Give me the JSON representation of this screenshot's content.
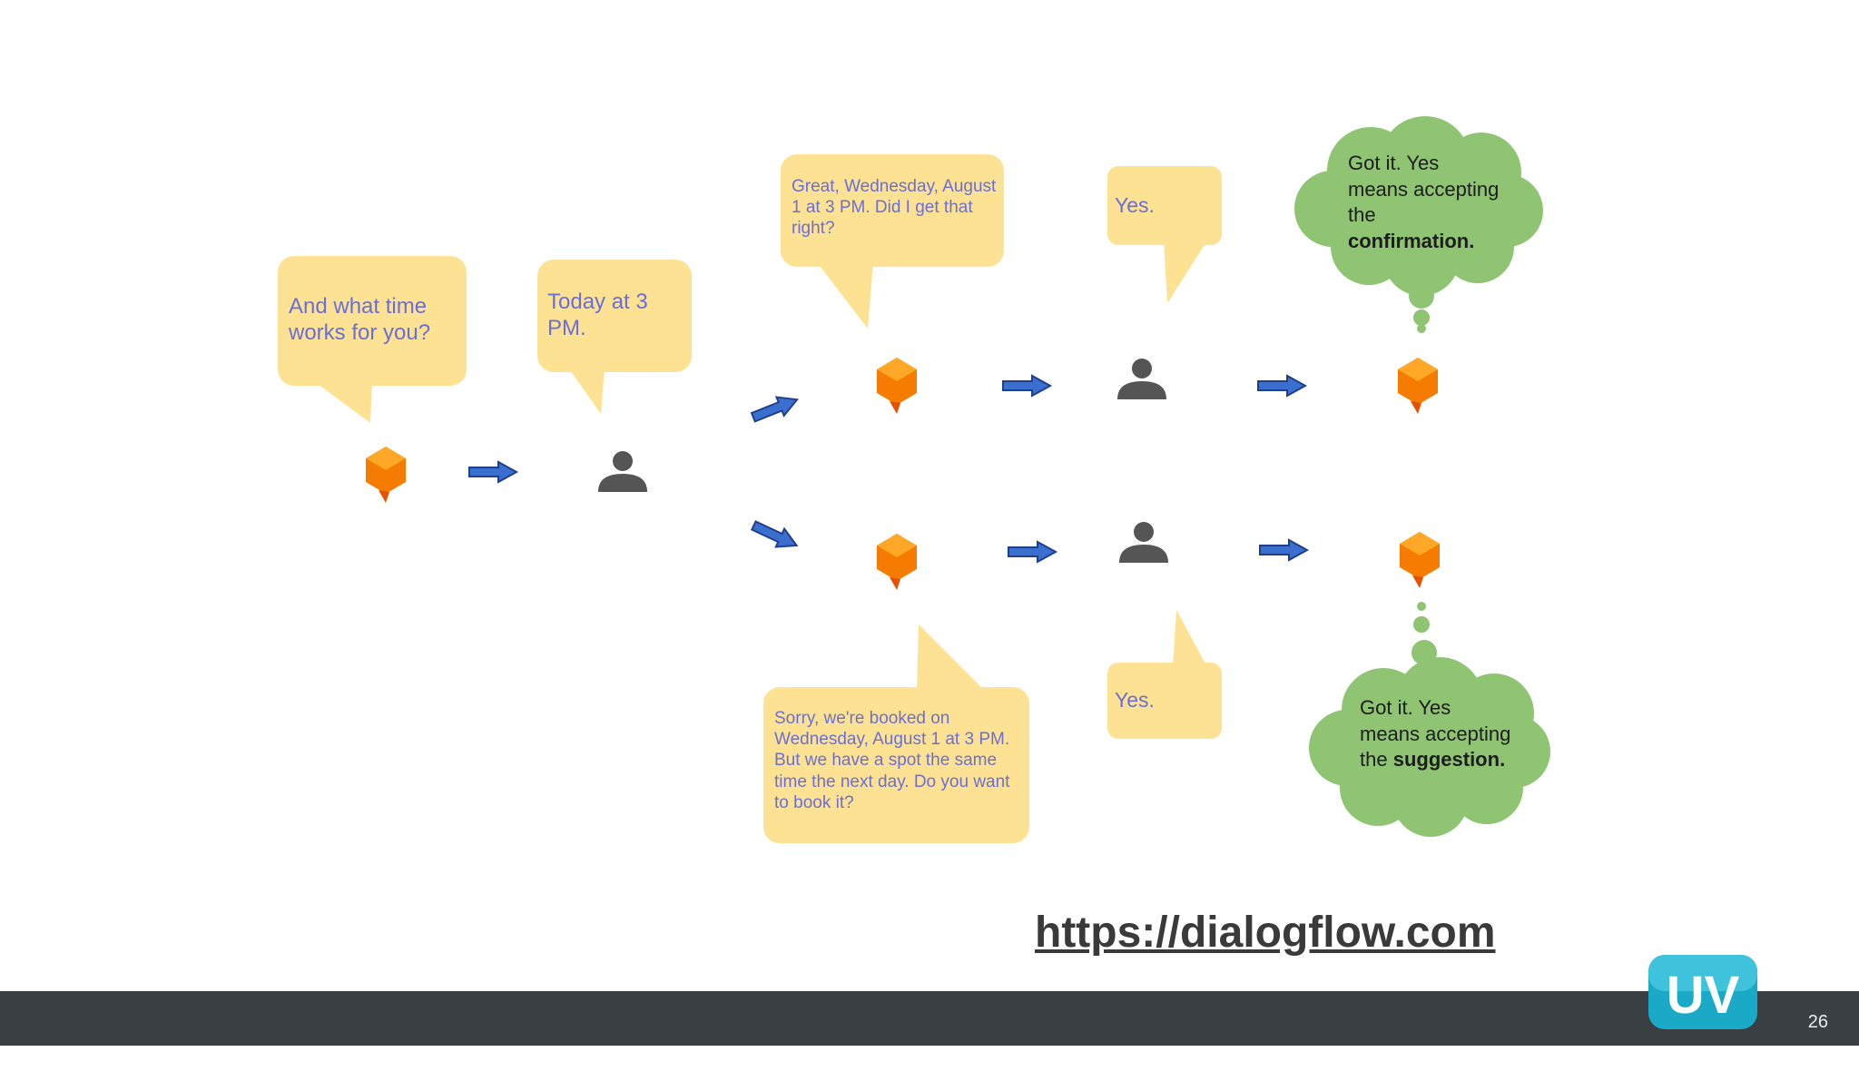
{
  "slide": {
    "page_number": "26",
    "link_text": "https://dialogflow.com",
    "logo_text": "UV"
  },
  "bubbles": {
    "agent_ask_time": "And what time works for you?",
    "user_today": "Today at 3 PM.",
    "agent_confirm": "Great, Wednesday, August 1 at 3 PM. Did I get that right?",
    "user_yes_top": "Yes.",
    "agent_suggest": "Sorry, we're booked on Wednesday, August 1 at 3 PM. But we have a spot the same time the next day. Do you want to book it?",
    "user_yes_bottom": "Yes."
  },
  "clouds": {
    "top": {
      "lead": "Got it. Yes means accepting the",
      "bold": "confirmation",
      "tail": "."
    },
    "bottom": {
      "lead": "Got it. Yes means accepting the",
      "bold": "suggestion",
      "tail": "."
    }
  },
  "colors": {
    "bubble_fill": "#fde293",
    "bubble_text": "#6b6fd4",
    "cloud_fill": "#8ec472",
    "agent_icon": "#f57c00",
    "user_icon": "#555555",
    "arrow": "#3b6fcf",
    "footer": "#3a3f44"
  },
  "icons": [
    "dialogflow-agent-icon",
    "user-person-icon",
    "arrow-right-icon"
  ]
}
